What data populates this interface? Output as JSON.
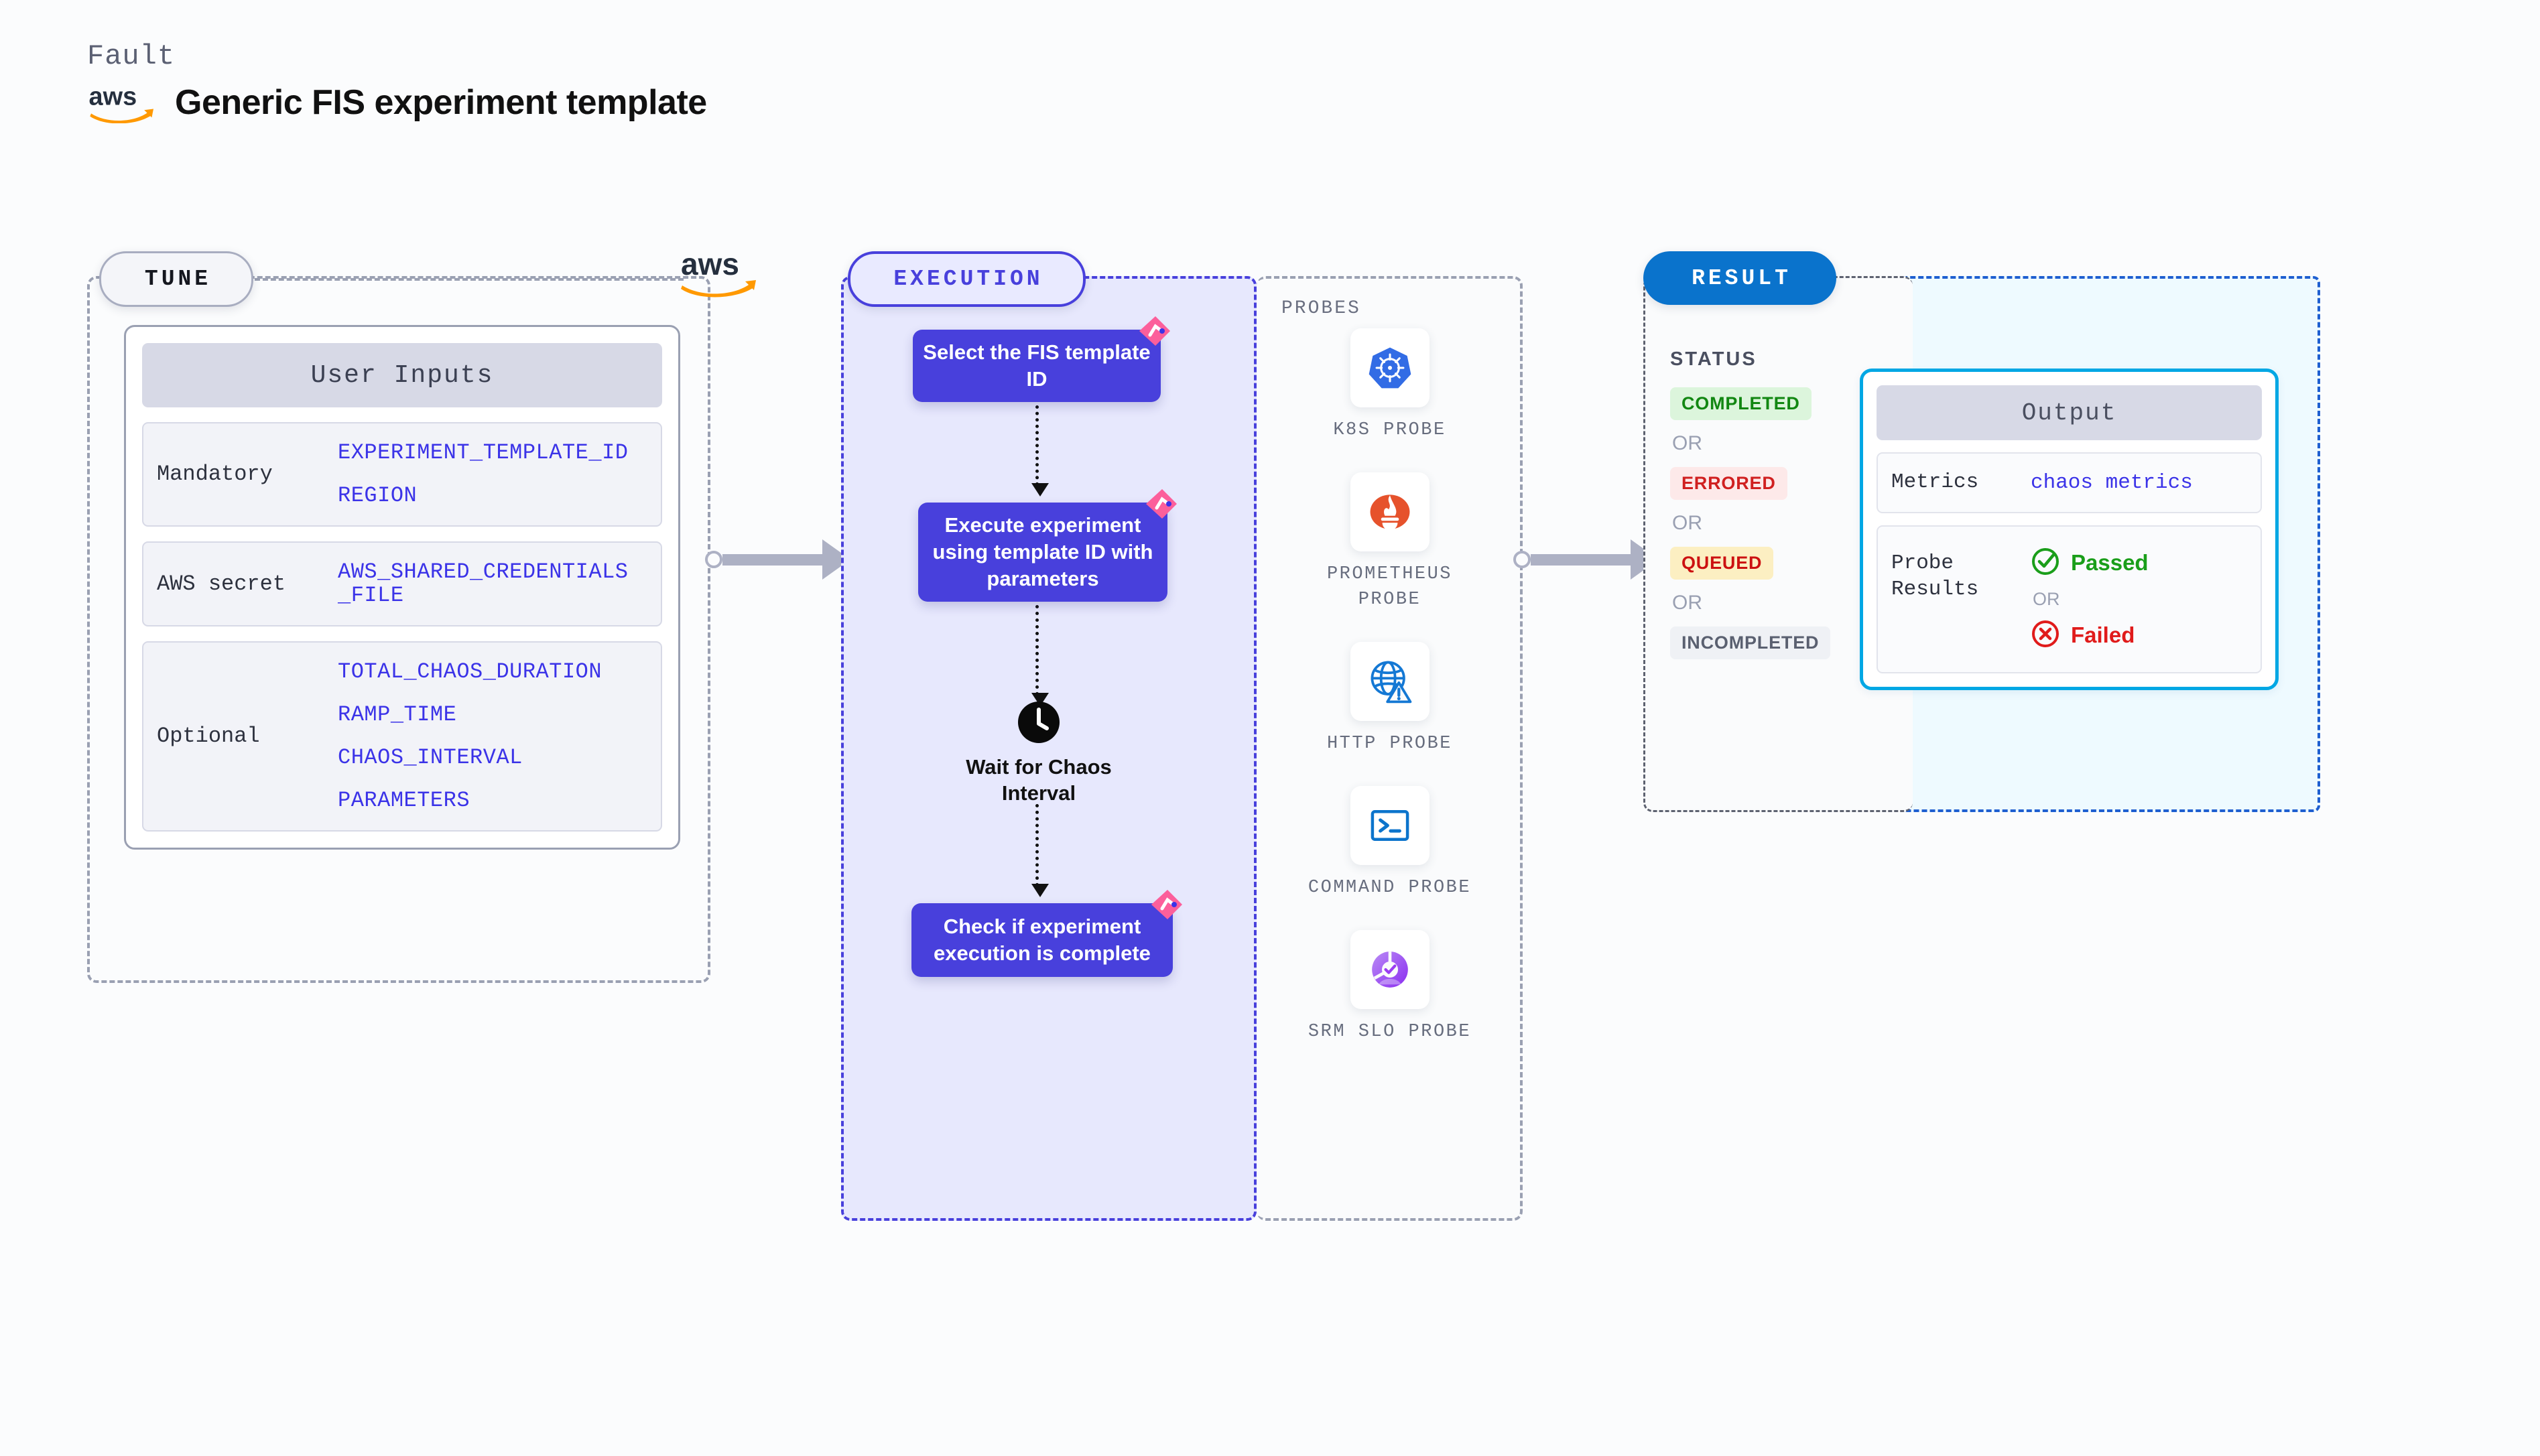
{
  "header": {
    "eyebrow": "Fault",
    "title": "Generic FIS experiment template",
    "logo_icon": "aws-logo-icon"
  },
  "stages": {
    "tune": {
      "badge": "TUNE",
      "aws_icon": "aws-logo-icon"
    },
    "execution": {
      "badge": "EXECUTION"
    },
    "result": {
      "badge": "RESULT"
    }
  },
  "tune": {
    "card_header": "User Inputs",
    "rows": [
      {
        "label": "Mandatory",
        "vars": [
          "EXPERIMENT_TEMPLATE_ID",
          "REGION"
        ]
      },
      {
        "label": "AWS secret",
        "vars": [
          "AWS_SHARED_CREDENTIALS\n_FILE"
        ]
      },
      {
        "label": "Optional",
        "vars": [
          "TOTAL_CHAOS_DURATION",
          "RAMP_TIME",
          "CHAOS_INTERVAL",
          "PARAMETERS"
        ]
      }
    ]
  },
  "execution": {
    "steps": [
      {
        "text": "Select the FIS template ID",
        "badge_icon": "litmus-logo-icon"
      },
      {
        "text": "Execute experiment using template ID with parameters",
        "badge_icon": "litmus-logo-icon"
      },
      {
        "text": "Check if experiment execution is complete",
        "badge_icon": "litmus-logo-icon"
      }
    ],
    "wait_node": {
      "icon": "clock-icon",
      "label": "Wait for Chaos Interval"
    }
  },
  "probes": {
    "title": "PROBES",
    "items": [
      {
        "label": "K8S PROBE",
        "icon": "kubernetes-icon"
      },
      {
        "label": "PROMETHEUS PROBE",
        "icon": "prometheus-icon"
      },
      {
        "label": "HTTP PROBE",
        "icon": "http-globe-warning-icon"
      },
      {
        "label": "COMMAND PROBE",
        "icon": "terminal-icon"
      },
      {
        "label": "SRM SLO PROBE",
        "icon": "srm-slo-icon"
      }
    ]
  },
  "result": {
    "status_title": "STATUS",
    "or_label": "OR",
    "statuses": [
      {
        "label": "COMPLETED",
        "style": "chip-completed"
      },
      {
        "label": "ERRORED",
        "style": "chip-errored"
      },
      {
        "label": "QUEUED",
        "style": "chip-queued"
      },
      {
        "label": "INCOMPLETED",
        "style": "chip-incompleted"
      }
    ],
    "output": {
      "header": "Output",
      "metrics_label": "Metrics",
      "metrics_value": "chaos metrics",
      "probe_results_label": "Probe Results",
      "passed_label": "Passed",
      "failed_label": "Failed",
      "or_label": "OR",
      "passed_icon": "check-circle-icon",
      "failed_icon": "x-circle-icon"
    }
  },
  "colors": {
    "purple": "#4840dc",
    "aws_orange": "#ff9900",
    "result_blue": "#0a73cc",
    "output_cyan": "#00a7e4",
    "link_blue": "#3b33e8",
    "pass_green": "#1a9e1a",
    "fail_red": "#e01b1b"
  }
}
